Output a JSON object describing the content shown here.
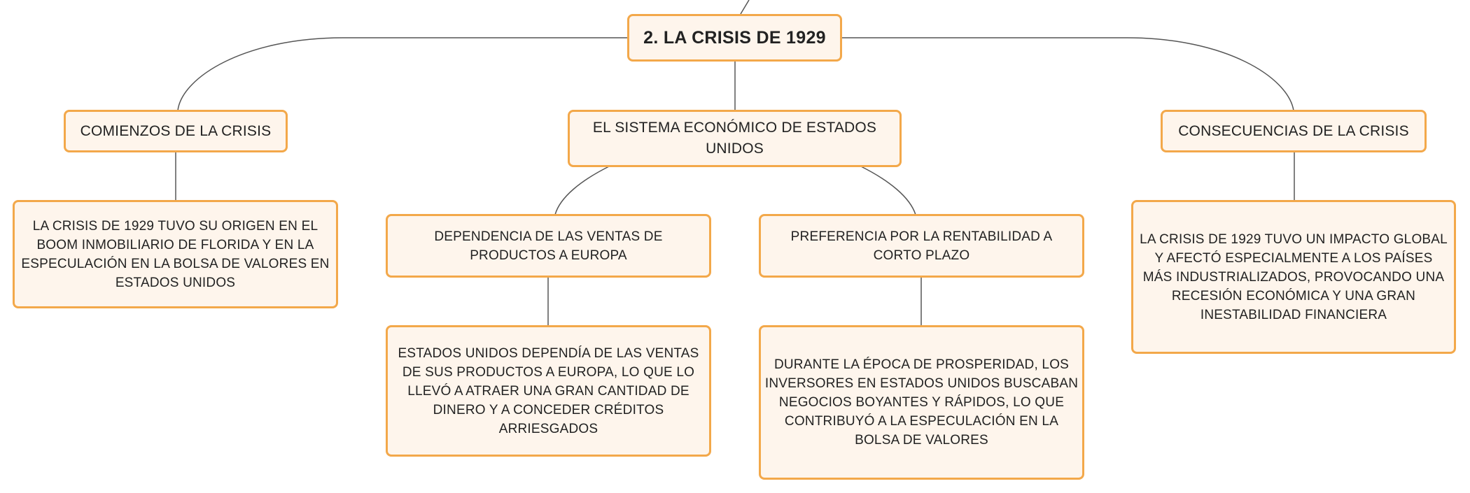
{
  "diagram": {
    "root": "2. LA CRISIS DE 1929",
    "branches": {
      "comienzos": {
        "title": "COMIENZOS DE LA CRISIS",
        "detail": "LA CRISIS DE 1929 TUVO SU ORIGEN EN EL BOOM INMOBILIARIO DE FLORIDA Y EN LA ESPECULACIÓN EN LA BOLSA DE VALORES EN ESTADOS UNIDOS"
      },
      "sistema": {
        "title": "EL SISTEMA ECONÓMICO DE ESTADOS UNIDOS",
        "dependencia": {
          "title": "DEPENDENCIA DE LAS VENTAS DE PRODUCTOS A EUROPA",
          "detail": "ESTADOS UNIDOS DEPENDÍA DE LAS VENTAS DE SUS PRODUCTOS A EUROPA, LO QUE LO LLEVÓ A ATRAER UNA GRAN CANTIDAD DE DINERO Y A CONCEDER CRÉDITOS ARRIESGADOS"
        },
        "preferencia": {
          "title": "PREFERENCIA POR LA RENTABILIDAD A CORTO PLAZO",
          "detail": "DURANTE LA ÉPOCA DE PROSPERIDAD, LOS INVERSORES EN ESTADOS UNIDOS BUSCABAN NEGOCIOS BOYANTES Y RÁPIDOS, LO QUE CONTRIBUYÓ A LA ESPECULACIÓN EN LA BOLSA DE VALORES"
        }
      },
      "consecuencias": {
        "title": "CONSECUENCIAS DE LA CRISIS",
        "detail": "LA CRISIS DE 1929 TUVO UN IMPACTO GLOBAL Y AFECTÓ ESPECIALMENTE A LOS PAÍSES MÁS INDUSTRIALIZADOS, PROVOCANDO UNA RECESIÓN ECONÓMICA Y UNA GRAN INESTABILIDAD FINANCIERA"
      }
    },
    "colors": {
      "node_fill": "#fef5ec",
      "node_border": "#f3a84a",
      "connector": "#555555"
    }
  }
}
